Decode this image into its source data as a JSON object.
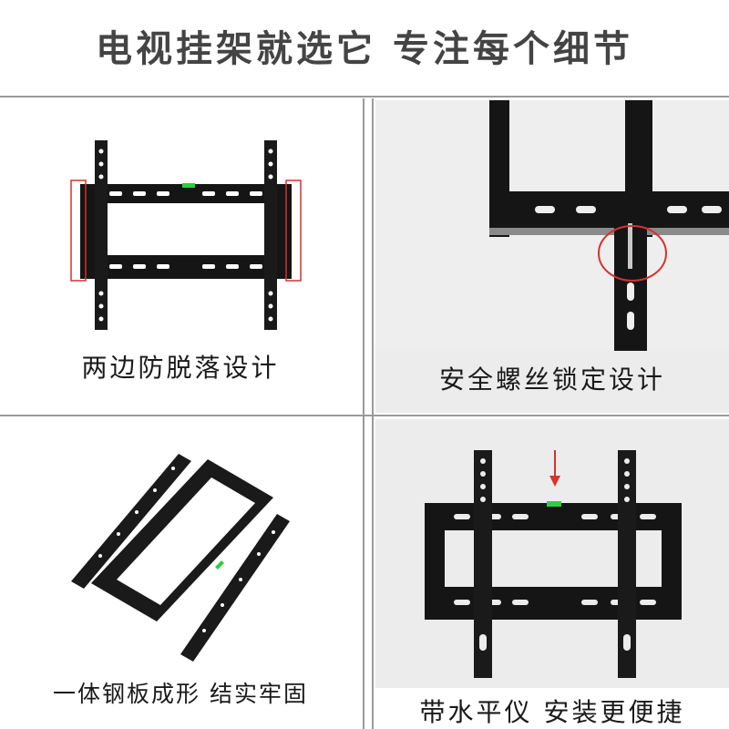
{
  "banner": {
    "title": "电视挂架就选它   专注每个细节"
  },
  "panels": [
    {
      "caption": "两边防脱落设计"
    },
    {
      "caption": "安全螺丝锁定设计"
    },
    {
      "caption": "一体钢板成形 结实牢固"
    },
    {
      "caption": "带水平仪 安装更便捷"
    }
  ],
  "colors": {
    "frame": "#151515",
    "level": "#2bd13a",
    "highlight": "#d93030",
    "divider": "#9a9a9a",
    "wall": "#ececec"
  }
}
